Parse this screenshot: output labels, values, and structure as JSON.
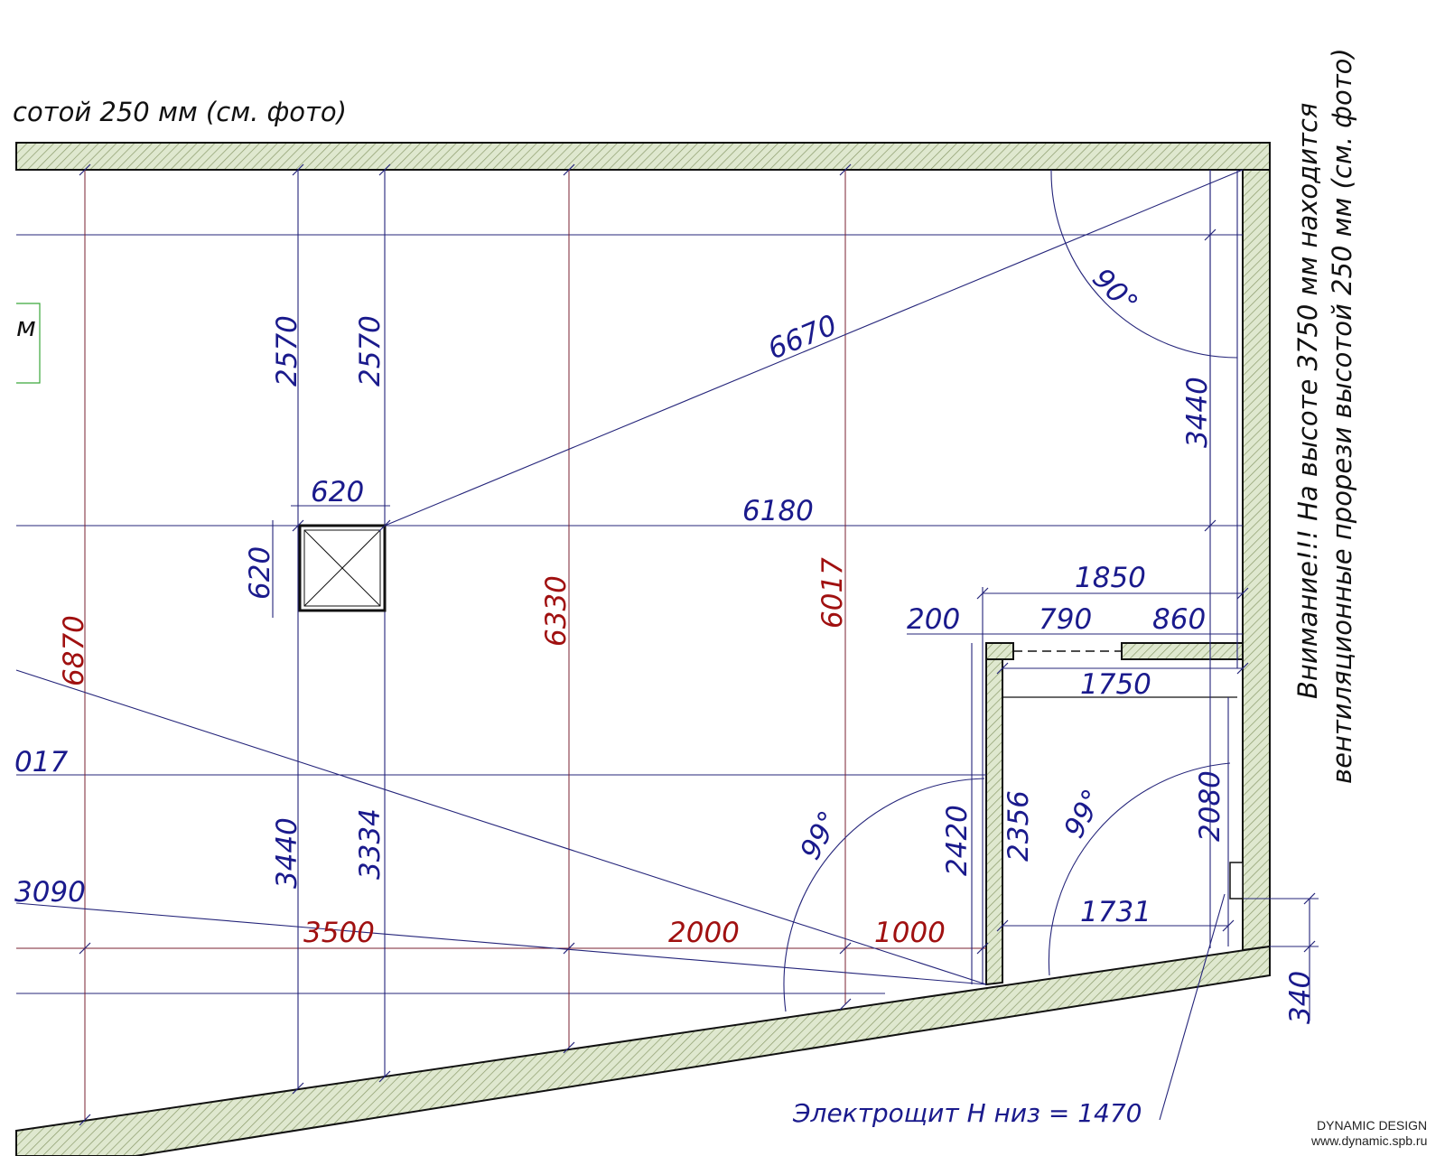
{
  "colors": {
    "dimension_blue": "#1a1a8c",
    "dimension_red": "#a01010",
    "wall_hatch": "#8a9a6a",
    "wall_fill": "#dfe8cf",
    "marker_green": "#3aa63a"
  },
  "notes": {
    "top_left": "сотой 250 мм (см. фото)",
    "left_box": "м",
    "warning_line1": "Внимание!!! На высоте 3750 мм находится",
    "warning_line2": "вентиляционные  прорези  высотой 250 мм (см. фото)",
    "panel_label": "Электрощит Н низ = 1470"
  },
  "credits": {
    "studio": "DYNAMIC DESIGN",
    "site": "www.dynamic.spb.ru"
  },
  "dimensions": {
    "d2570_left": "2570",
    "d2570_right": "2570",
    "d6670": "6670",
    "d620_top": "620",
    "d620_side": "620",
    "d6180": "6180",
    "d3440_right": "3440",
    "d1850": "1850",
    "d200": "200",
    "d790": "790",
    "d860": "860",
    "d1750": "1750",
    "d6870": "6870",
    "d6330": "6330",
    "d6017": "6017",
    "d017_partial": "017",
    "d3090_partial": "3090",
    "d3440_left": "3440",
    "d3334": "3334",
    "d3500": "3500",
    "d2000": "2000",
    "d1000": "1000",
    "d2420": "2420",
    "d2356": "2356",
    "d2080": "2080",
    "d1731": "1731",
    "d340": "340",
    "angle90": "90°",
    "angle99_left": "99°",
    "angle99_right": "99°"
  }
}
